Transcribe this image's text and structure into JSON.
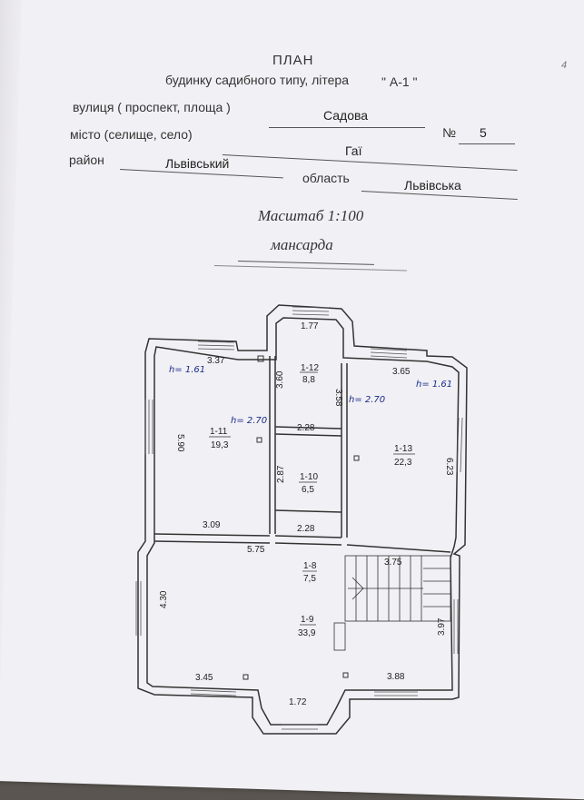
{
  "header": {
    "title": "ПЛАН",
    "subtitle": "будинку садибного типу, літера",
    "letter": "\" А-1 \"",
    "page_number": "4"
  },
  "address": {
    "street_label": "вулиця ( проспект, площа )",
    "street_value": "Садова",
    "number_label": "№",
    "number_value": "5",
    "city_label": "місто (селище, село)",
    "city_value": "Гаї",
    "district_label": "район",
    "district_value": "Львівський",
    "region_label": "область",
    "region_value": "Львівська"
  },
  "scale": "Масштаб 1:100",
  "floor": "мансарда",
  "plan": {
    "dimensions": {
      "d177": "1.77",
      "d337": "3.37",
      "d360": "3.60",
      "d358": "3.58",
      "d365": "3.65",
      "d590": "5.90",
      "d228a": "2.28",
      "d287": "2.87",
      "d309": "3.09",
      "d228b": "2.28",
      "d623": "6.23",
      "d575": "5.75",
      "d375": "3.75",
      "d430": "4.30",
      "d397": "3.97",
      "d345": "3.45",
      "d388": "3.88",
      "d172": "1.72"
    },
    "rooms": [
      {
        "id": "1-12",
        "area": "8,8"
      },
      {
        "id": "1-11",
        "area": "19,3"
      },
      {
        "id": "1-10",
        "area": "6,5"
      },
      {
        "id": "1-13",
        "area": "22,3"
      },
      {
        "id": "1-8",
        "area": "7,5"
      },
      {
        "id": "1-9",
        "area": "33,9"
      }
    ],
    "heights": {
      "h1": "h= 1.61",
      "h2": "h= 2.70",
      "h3": "h= 2.70",
      "h4": "h= 1.61"
    }
  }
}
